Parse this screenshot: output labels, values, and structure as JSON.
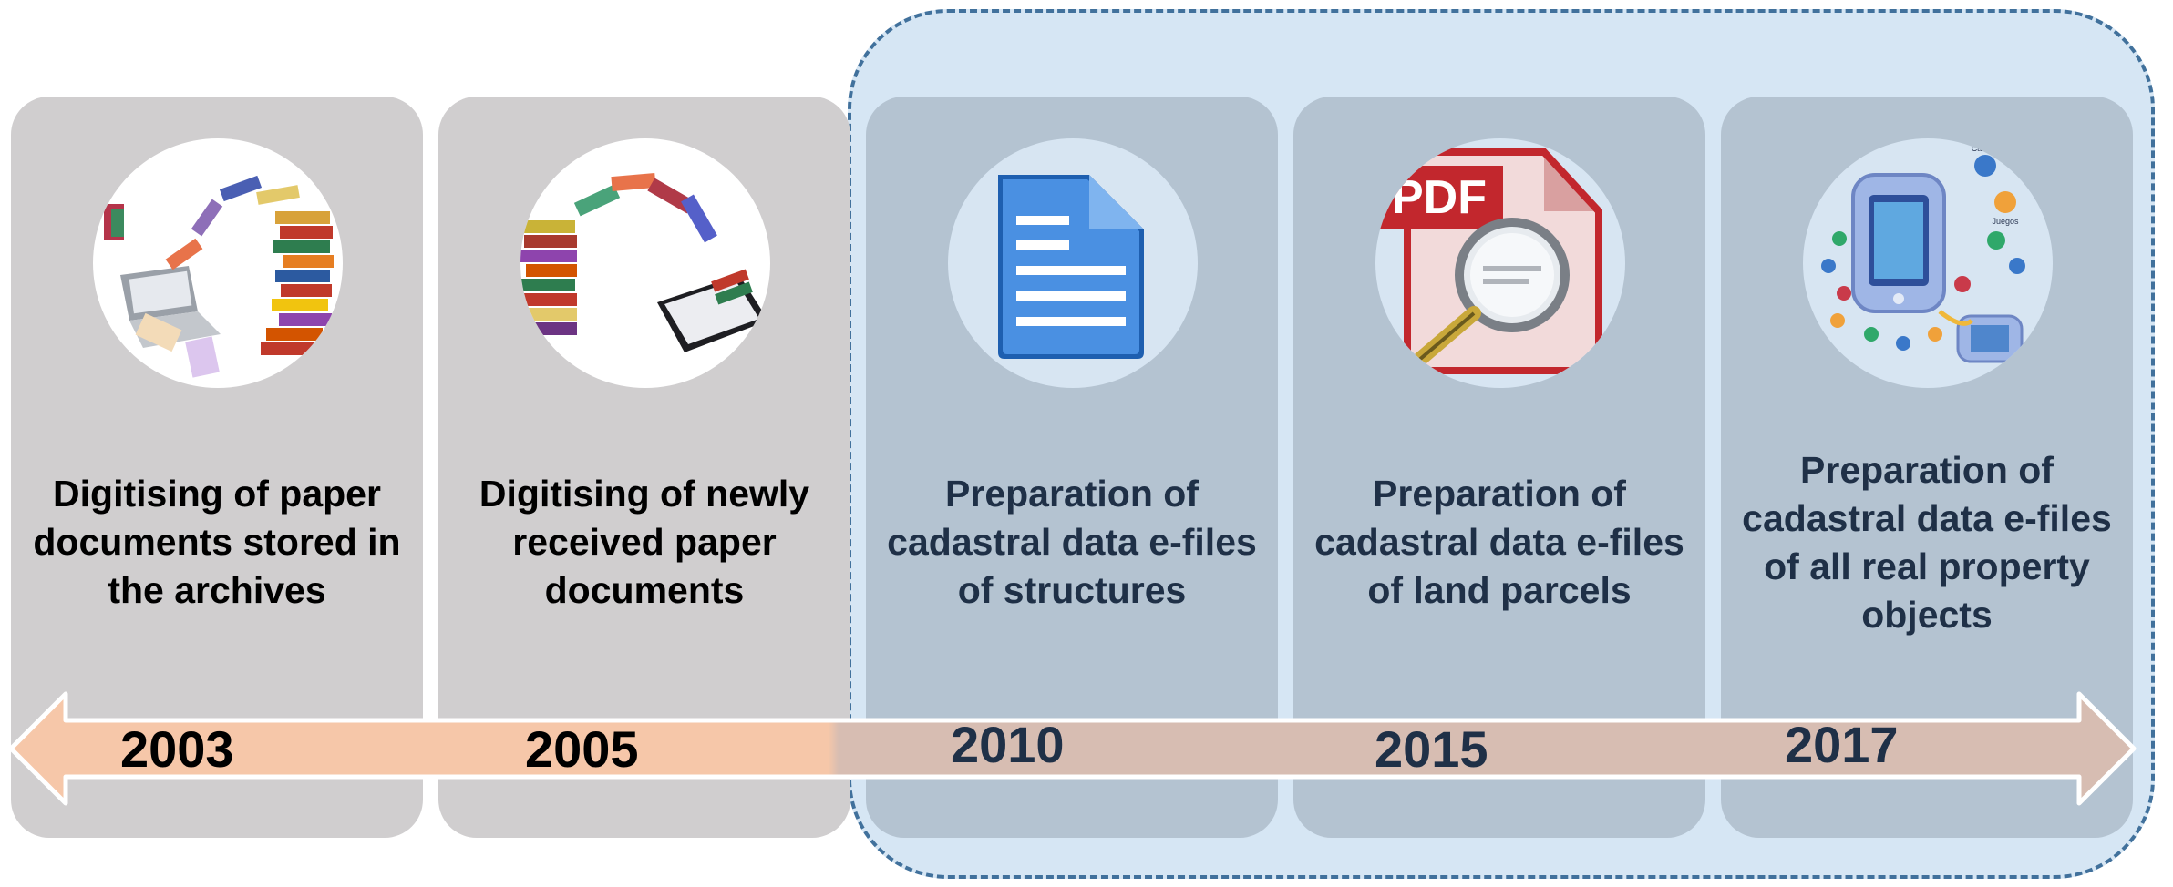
{
  "stages": [
    {
      "year": "2003",
      "caption": "Digitising of paper documents stored in the archives",
      "icon": "books-to-laptop-icon"
    },
    {
      "year": "2005",
      "caption": "Digitising of newly received paper documents",
      "icon": "books-to-tablet-icon"
    },
    {
      "year": "2010",
      "caption": "Preparation of cadastral data e-files of structures",
      "icon": "document-icon"
    },
    {
      "year": "2015",
      "caption": "Preparation of cadastral data e-files of land parcels",
      "icon": "pdf-magnifier-icon"
    },
    {
      "year": "2017",
      "caption": "Preparation of cadastral data e-files of all real property objects",
      "icon": "tablet-apps-icon"
    }
  ],
  "tablet_app_labels": [
    "Cámara de fotos",
    "Juegos"
  ],
  "pdf_label": "PDF",
  "colors": {
    "highlight_fill": "#d6e6f4",
    "highlight_border": "#41719c",
    "card_gray": "#d0cecf",
    "card_blue": "#b4c3d1",
    "arrow_fill": "#f6c7a9",
    "caption_dark": "#000000",
    "caption_navy": "#1f3047"
  }
}
